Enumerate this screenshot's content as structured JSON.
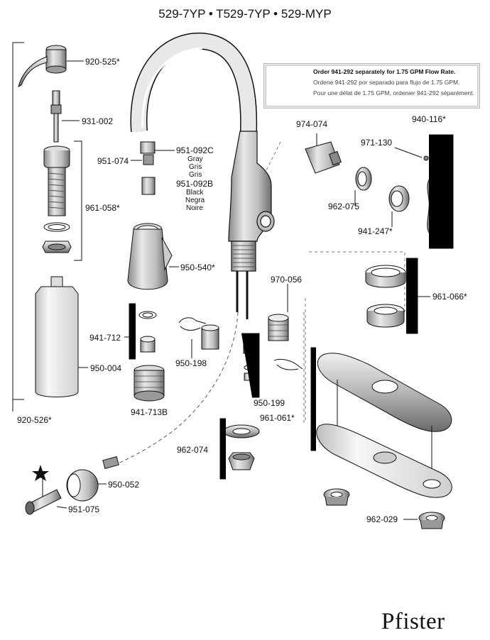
{
  "title": "529-7YP • T529-7YP • 529-MYP",
  "note": {
    "line1": "Order 941-292 separately for 1.75 GPM  Flow Rate.",
    "line2": "Ordene 941-292 por separado para flujo de 1.75 GPM.",
    "line3": "Pour une délat de 1.75 GPM, ordenier 941-292 séparément."
  },
  "parts": {
    "p920_525": "920-525*",
    "p931_002": "931-002",
    "p961_058": "961-058*",
    "p950_004": "950-004",
    "p920_526": "920-526*",
    "p951_092c": "951-092C",
    "gray_en": "Gray",
    "gray_es": "Gris",
    "gray_fr": "Gris",
    "p951_092b": "951-092B",
    "black_en": "Black",
    "black_es": "Negra",
    "black_fr": "Noire",
    "p951_074": "951-074",
    "p950_540": "950-540*",
    "p941_712": "941-712",
    "p941_713b": "941-713B",
    "p950_198": "950-198",
    "p970_056": "970-056",
    "p950_199": "950-199",
    "p961_061": "961-061*",
    "p962_074": "962-074",
    "p950_052": "950-052",
    "p951_075": "951-075",
    "p974_074": "974-074",
    "p940_116": "940-116*",
    "p971_130": "971-130",
    "p962_075": "962-075",
    "p941_247": "941-247*",
    "p961_066": "961-066*",
    "p962_029": "962-029"
  },
  "brand": "Pfister",
  "icons": [
    "star-icon"
  ]
}
